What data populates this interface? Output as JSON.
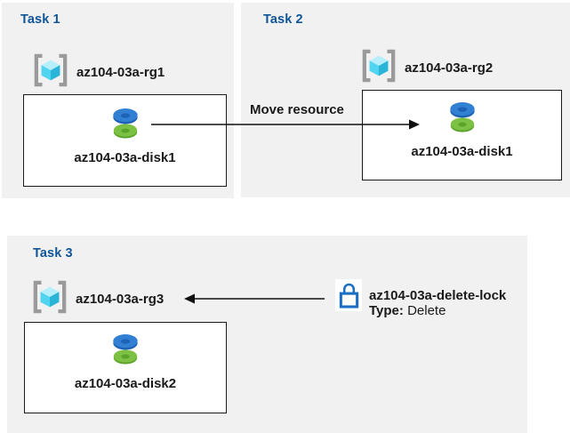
{
  "colors": {
    "panel_bg": "#f1f1f1",
    "title_blue": "#0f5597",
    "text_dark": "#1a1a1a",
    "arrow_black": "#111111",
    "box_border": "#1a1a1a",
    "lock_blue": "#1b6ec2",
    "disk_blue_top": "#3180d4",
    "disk_blue_side": "#1d62b4",
    "disk_green_top": "#7cc143",
    "disk_green_side": "#59a32a",
    "cube_top": "#b7eefc",
    "cube_left": "#51d4f0",
    "cube_right": "#29b4d8",
    "bracket_gray": "#9a9a9a"
  },
  "tasks": [
    {
      "title": "Task 1",
      "resource_group": "az104-03a-rg1",
      "disk": "az104-03a-disk1"
    },
    {
      "title": "Task 2",
      "resource_group": "az104-03a-rg2",
      "disk": "az104-03a-disk1"
    },
    {
      "title": "Task 3",
      "resource_group": "az104-03a-rg3",
      "disk": "az104-03a-disk2"
    }
  ],
  "move_arrow": {
    "label": "Move resource"
  },
  "lock": {
    "name": "az104-03a-delete-lock",
    "type_label": "Type:",
    "type_value": "Delete"
  },
  "icons": [
    "resource-group-icon",
    "disk-icon",
    "lock-icon",
    "arrow"
  ]
}
